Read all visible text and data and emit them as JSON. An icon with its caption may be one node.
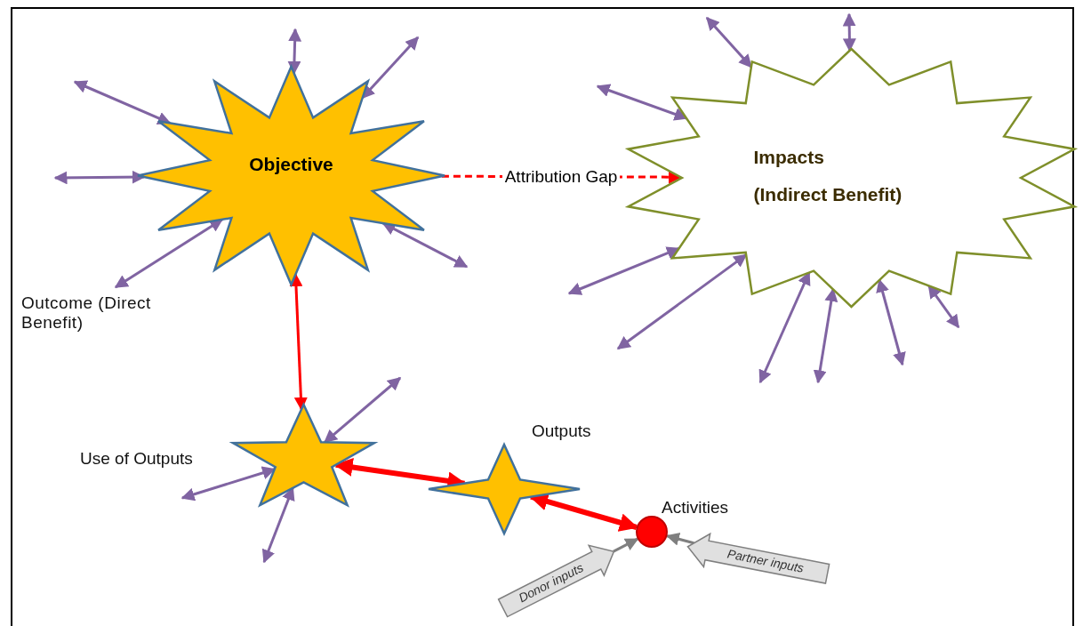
{
  "diagram": {
    "nodes": [
      {
        "text": [
          "Objective"
        ],
        "beside": [
          "Outcome (Direct Benefit)"
        ]
      },
      {
        "text": [
          "Impacts",
          "(Indirect Benefit)"
        ]
      },
      {
        "text": [],
        "shape": "star",
        "beside": [
          "Use of Outputs"
        ]
      },
      {
        "text": [],
        "shape": "star",
        "beside": [
          "Outputs"
        ]
      },
      {
        "text": [],
        "shape": "circle",
        "beside": [
          "Activities"
        ]
      },
      {
        "text": [
          "Donor inputs"
        ]
      },
      {
        "text": [
          "Partner inputs"
        ]
      }
    ],
    "edges": [
      {
        "from": 0,
        "to": 1,
        "arrow": "to",
        "label": "Attribution Gap",
        "style": "dashed",
        "color": "#ff0000"
      },
      {
        "from": 0,
        "to": 2,
        "arrow": "both",
        "color": "#ff0000"
      },
      {
        "from": 2,
        "to": 3,
        "arrow": "both",
        "style": "thick",
        "color": "#ff0000"
      },
      {
        "from": 3,
        "to": 4,
        "arrow": "both",
        "style": "thick",
        "color": "#ff0000"
      },
      {
        "from": null,
        "to": 0,
        "arrow": "both"
      },
      {
        "from": null,
        "to": 0,
        "arrow": "both"
      },
      {
        "from": null,
        "to": 0,
        "arrow": "both"
      },
      {
        "from": null,
        "to": 0,
        "arrow": "both"
      },
      {
        "from": null,
        "to": 0,
        "arrow": "both"
      },
      {
        "from": null,
        "to": 0,
        "arrow": "both"
      },
      {
        "from": null,
        "to": 1,
        "arrow": "both"
      },
      {
        "from": null,
        "to": 1,
        "arrow": "both"
      },
      {
        "from": null,
        "to": 1,
        "arrow": "both"
      },
      {
        "from": null,
        "to": 1,
        "arrow": "both"
      },
      {
        "from": null,
        "to": 1,
        "arrow": "both"
      },
      {
        "from": null,
        "to": 1,
        "arrow": "both"
      },
      {
        "from": null,
        "to": 1,
        "arrow": "both"
      },
      {
        "from": null,
        "to": 1,
        "arrow": "both"
      },
      {
        "from": null,
        "to": 1,
        "arrow": "both"
      },
      {
        "from": null,
        "to": 2,
        "arrow": "both"
      },
      {
        "from": null,
        "to": 2,
        "arrow": "both"
      },
      {
        "from": null,
        "to": 2,
        "arrow": "both"
      },
      {
        "from": 5,
        "to": 4,
        "arrow": "to",
        "color": "#7f7f7f"
      },
      {
        "from": 6,
        "to": 4,
        "arrow": "to",
        "color": "#7f7f7f"
      }
    ]
  }
}
